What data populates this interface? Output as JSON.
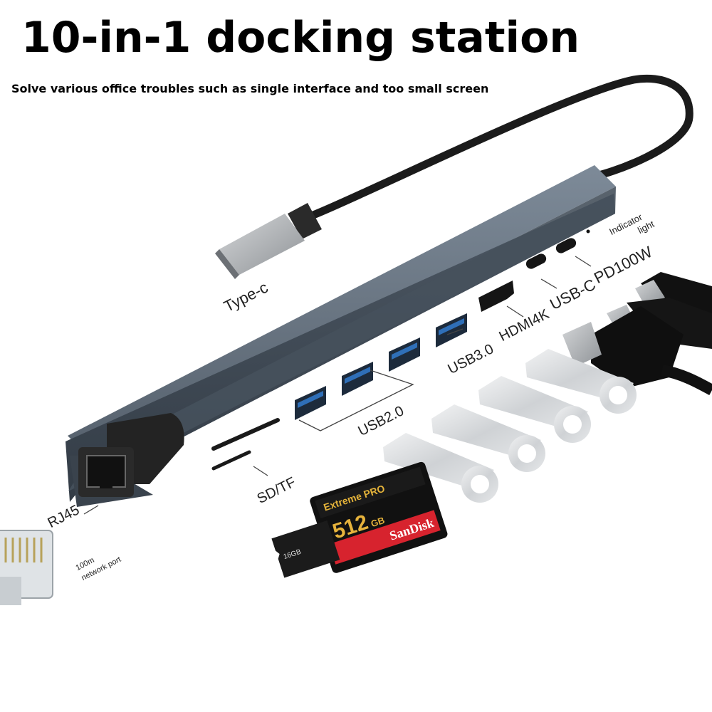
{
  "header": {
    "title": "10-in-1 docking station",
    "subtitle": "Solve various office troubles such as single interface and too small screen"
  },
  "labels": {
    "type_c": "Type-c",
    "indicator": "Indicator",
    "indicator_light": "light",
    "pd": "PD100W",
    "usb_c": "USB-C",
    "hdmi": "HDMI4K",
    "usb3": "USB3.0",
    "usb2": "USB2.0",
    "sd_tf": "SD/TF",
    "rj45": "RJ45",
    "net_speed": "100m",
    "net_port": "network port"
  },
  "cards": {
    "sd_brand": "SanDisk",
    "sd_line": "Extreme PRO",
    "sd_capacity": "512",
    "sd_unit": "GB",
    "micro_capacity": "16GB"
  },
  "colors": {
    "hub_body": "#5a6878",
    "hub_edge": "#3f4a56",
    "usb3_port": "#2f6fb8",
    "flash_drive": "#d9dbdd",
    "cable": "#1b1b1b"
  }
}
